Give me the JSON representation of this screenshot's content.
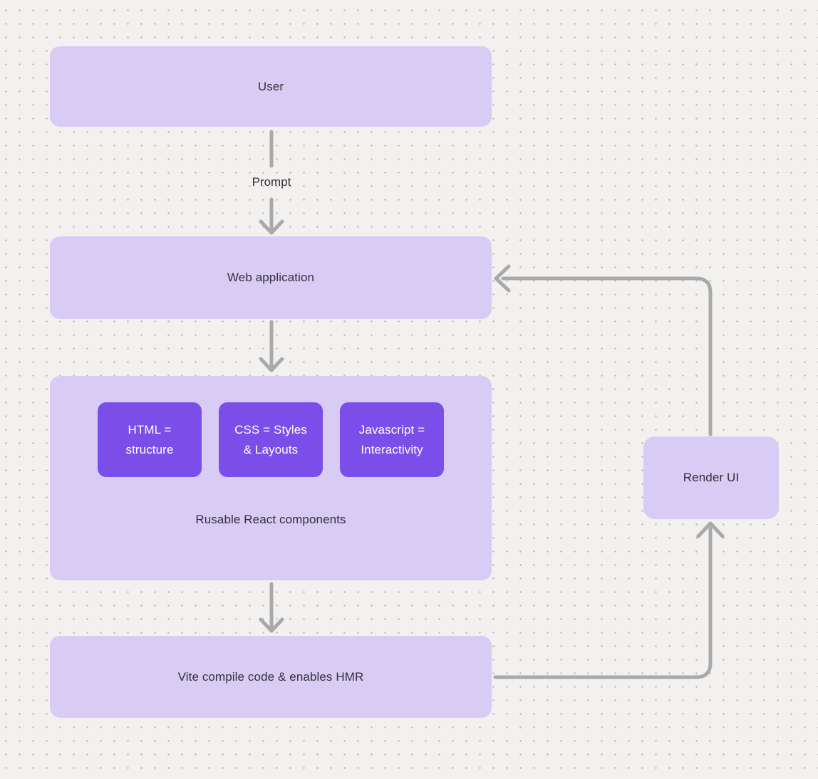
{
  "colors": {
    "page-bg": "#f2f1ef",
    "dot": "#c6c4c2",
    "node-fill": "#d8ccf5",
    "chip-fill": "#7b4ee9",
    "chip-text": "#ffffff",
    "arrow": "#a9a9a9",
    "text": "#322f38"
  },
  "nodes": {
    "user": {
      "label": "User"
    },
    "web_application": {
      "label": "Web application"
    },
    "components": {
      "label": "Rusable React components",
      "chips": [
        {
          "label": "HTML =\nstructure"
        },
        {
          "label": "CSS = Styles\n& Layouts"
        },
        {
          "label": "Javascript =\nInteractivity"
        }
      ]
    },
    "vite": {
      "label": "Vite compile code & enables HMR"
    },
    "render_ui": {
      "label": "Render UI"
    }
  },
  "edges": {
    "prompt_label": "Prompt"
  }
}
